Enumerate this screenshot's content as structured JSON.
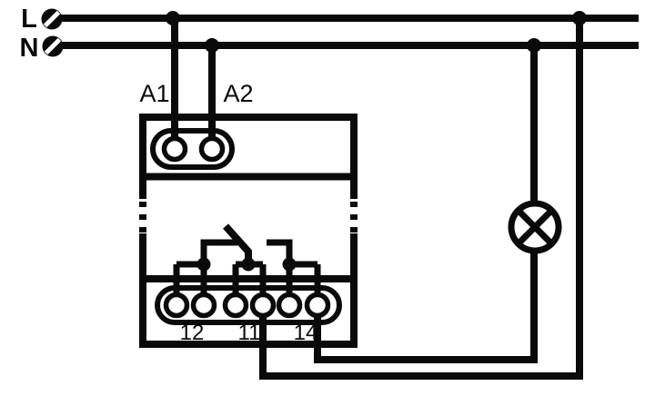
{
  "diagram": {
    "background_color": "#ffffff",
    "line_color": "#0a0a0a",
    "supply": {
      "phase": {
        "label": "L"
      },
      "neutral": {
        "label": "N"
      }
    },
    "relay": {
      "coil_terminals": {
        "a1": "A1",
        "a2": "A2"
      },
      "output_terminals": {
        "nc": "12",
        "common": "11",
        "no": "14"
      }
    },
    "icons": {
      "phase_terminal": "screw-terminal-icon",
      "neutral_terminal": "screw-terminal-icon",
      "load": "lamp-icon",
      "junction": "connection-dot",
      "contact": "changeover-contact"
    }
  }
}
